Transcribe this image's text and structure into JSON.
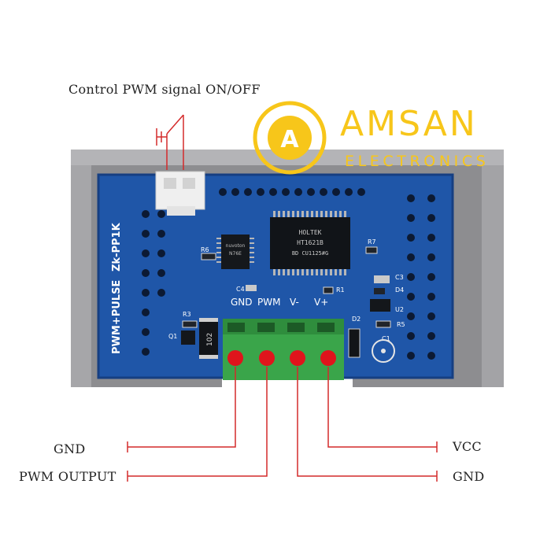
{
  "callouts": {
    "top": "Control PWM signal ON/OFF",
    "gnd_left": "GND",
    "pwm_output": "PWM OUTPUT",
    "vcc": "VCC",
    "gnd_right": "GND"
  },
  "brand": {
    "logo_letter": "A",
    "name": "AMSAN",
    "tagline": "ELECTRONICS",
    "color": "#f7c61a"
  },
  "board": {
    "model": "Zk-PP1K",
    "function": "PWM+PULSE",
    "terminal_labels": [
      "GND",
      "PWM",
      "V-",
      "V+"
    ],
    "components": {
      "r6": "R6",
      "r3": "R3",
      "q1": "Q1",
      "c4": "C4",
      "r1": "R1",
      "r7": "R7",
      "c3": "C3",
      "d4": "D4",
      "u2": "U2",
      "r5": "R5",
      "d2": "D2",
      "c1": "C1",
      "resistor_code": "102"
    },
    "chip_main": [
      "HOLTEK",
      "HT1621B",
      "BD CU1125#G"
    ],
    "chip_small": [
      "nuvoton",
      "N76E"
    ],
    "pcb_color": "#1f56a8",
    "terminal_color": "#3aa54a",
    "screw_color": "#e0141c"
  }
}
